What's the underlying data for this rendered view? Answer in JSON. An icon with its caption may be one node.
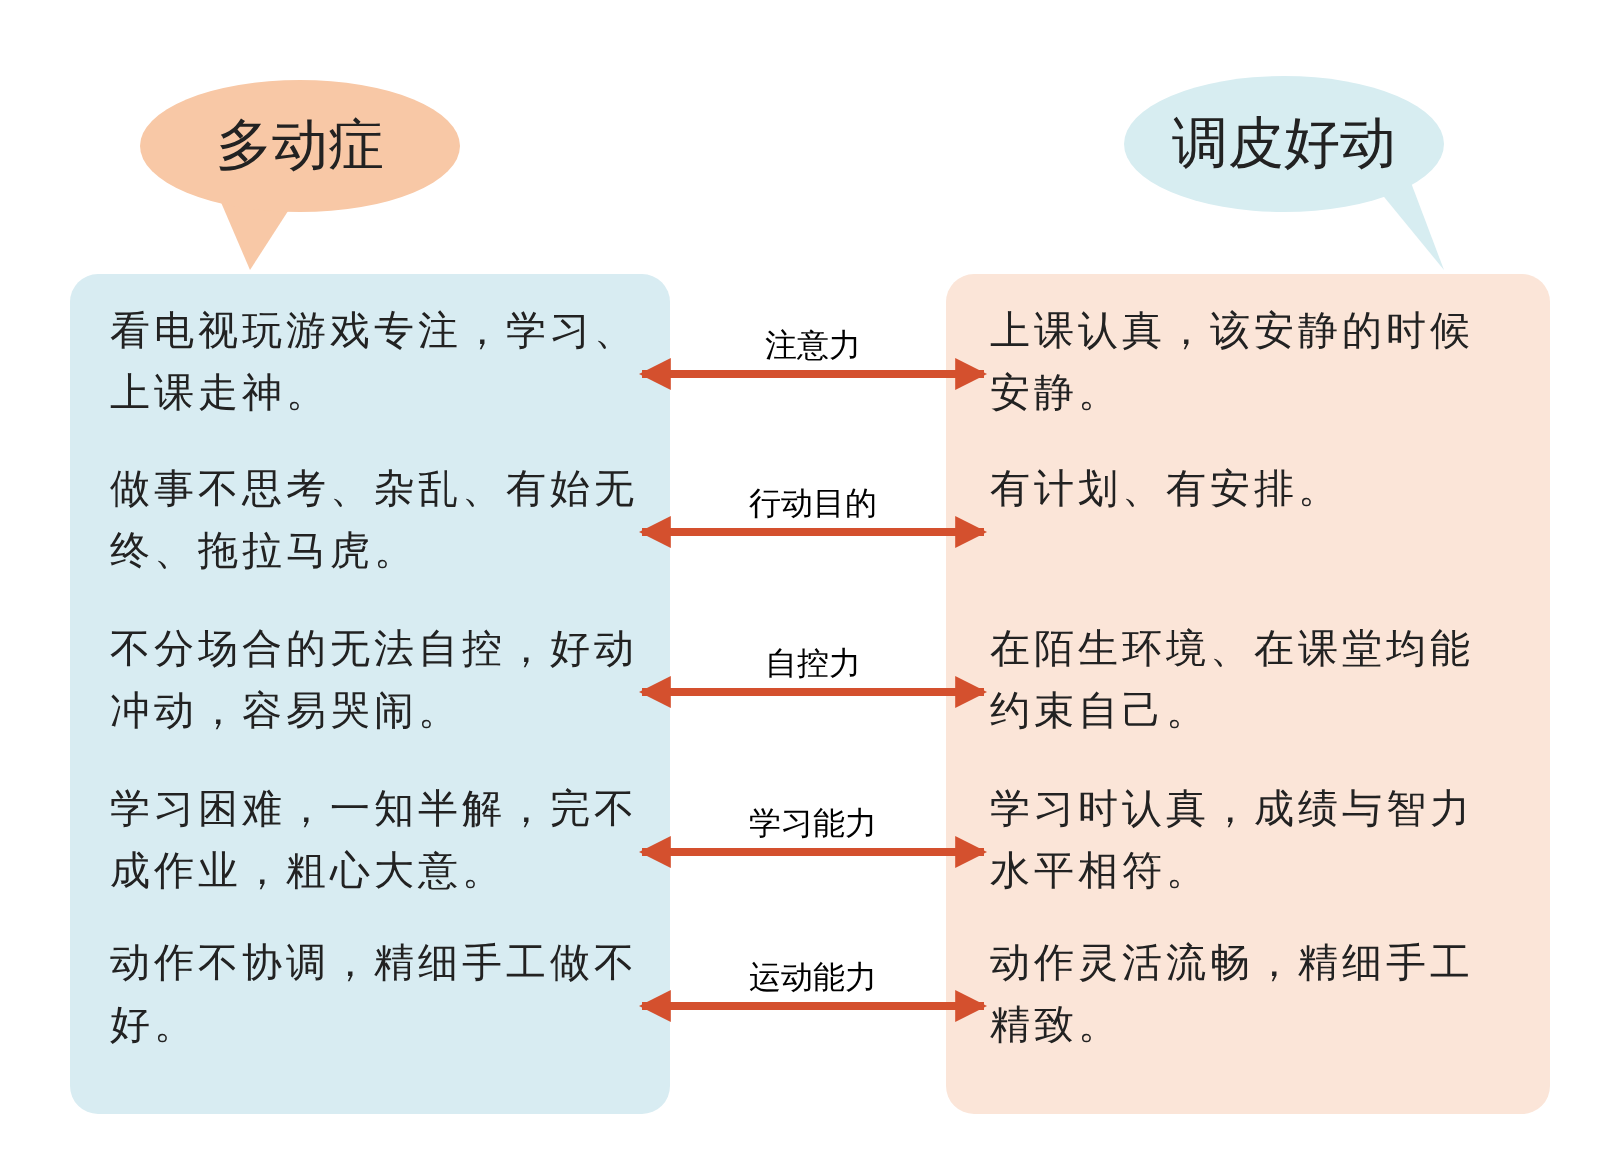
{
  "diagram": {
    "nodes": [
      {
        "text": [
          "多动症"
        ]
      },
      {
        "text": [
          "调皮好动"
        ]
      },
      {
        "text": [],
        "shape": "box"
      },
      {
        "text": [
          "看电视玩游戏专注，学习、上课走神。"
        ],
        "in": 2
      },
      {
        "text": [
          "做事不思考、杂乱、有始无终、拖拉马虎。"
        ],
        "in": 2
      },
      {
        "text": [
          "不分场合的无法自控，好动冲动，容易哭闹。"
        ],
        "in": 2
      },
      {
        "text": [
          "学习困难，一知半解，完不成作业，粗心大意。"
        ],
        "in": 2
      },
      {
        "text": [
          "动作不协调，精细手工做不好。"
        ],
        "in": 2
      },
      {
        "text": [],
        "shape": "box"
      },
      {
        "text": [
          "上课认真，该安静的时候安静。"
        ],
        "in": 8
      },
      {
        "text": [
          "有计划、有安排。"
        ],
        "in": 8
      },
      {
        "text": [
          "在陌生环境、在课堂均能约束自己。"
        ],
        "in": 8
      },
      {
        "text": [
          "学习时认真，成绩与智力水平相符。"
        ],
        "in": 8
      },
      {
        "text": [
          "动作灵活流畅，精细手工精致。"
        ],
        "in": 8
      }
    ],
    "edges": [
      {
        "from": 3,
        "to": 9,
        "arrow": "both",
        "label": "注意力"
      },
      {
        "from": 4,
        "to": 10,
        "arrow": "both",
        "label": "行动目的"
      },
      {
        "from": 5,
        "to": 11,
        "arrow": "both",
        "label": "自控力"
      },
      {
        "from": 6,
        "to": 12,
        "arrow": "both",
        "label": "学习能力"
      },
      {
        "from": 7,
        "to": 13,
        "arrow": "both",
        "label": "运动能力"
      }
    ]
  }
}
